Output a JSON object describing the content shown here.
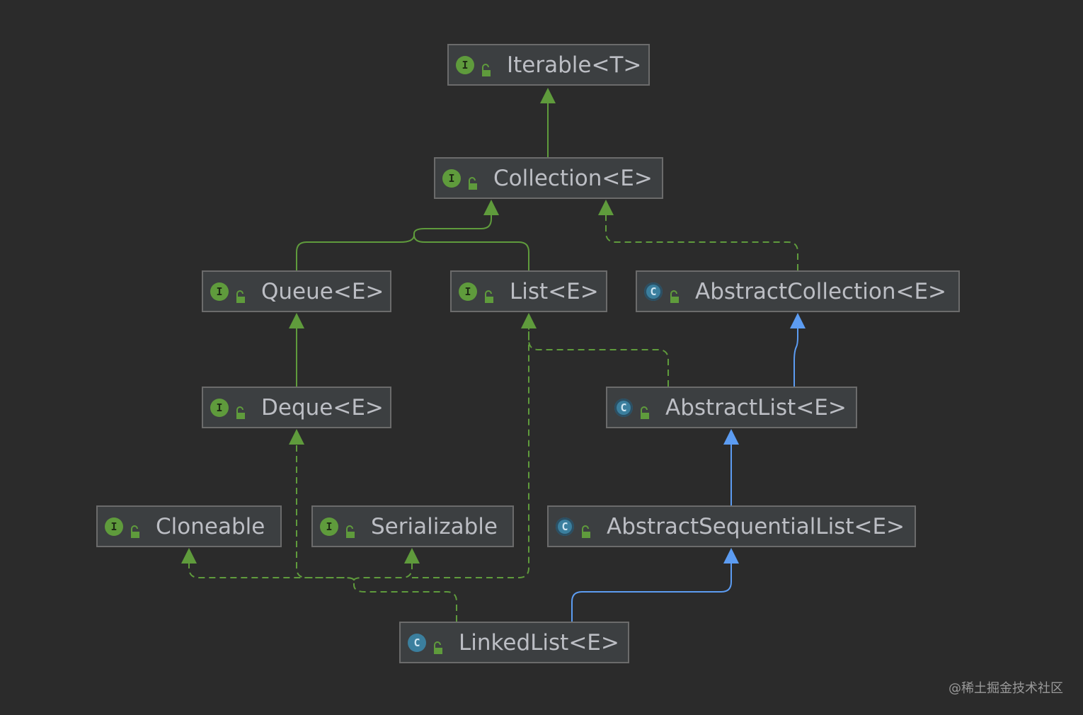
{
  "diagram": {
    "nodes": [
      {
        "id": "iterable",
        "label": "Iterable<T>",
        "kind": "interface",
        "badge": "I"
      },
      {
        "id": "collection",
        "label": "Collection<E>",
        "kind": "interface",
        "badge": "I"
      },
      {
        "id": "queue",
        "label": "Queue<E>",
        "kind": "interface",
        "badge": "I"
      },
      {
        "id": "list",
        "label": "List<E>",
        "kind": "interface",
        "badge": "I"
      },
      {
        "id": "abstractcollection",
        "label": "AbstractCollection<E>",
        "kind": "abstract-class",
        "badge": "C"
      },
      {
        "id": "deque",
        "label": "Deque<E>",
        "kind": "interface",
        "badge": "I"
      },
      {
        "id": "abstractlist",
        "label": "AbstractList<E>",
        "kind": "abstract-class",
        "badge": "C"
      },
      {
        "id": "cloneable",
        "label": "Cloneable",
        "kind": "interface",
        "badge": "I"
      },
      {
        "id": "serializable",
        "label": "Serializable",
        "kind": "interface",
        "badge": "I"
      },
      {
        "id": "abstractsequentiallist",
        "label": "AbstractSequentialList<E>",
        "kind": "abstract-class",
        "badge": "C"
      },
      {
        "id": "linkedlist",
        "label": "LinkedList<E>",
        "kind": "class",
        "badge": "C"
      }
    ],
    "edges": [
      {
        "from": "collection",
        "to": "iterable",
        "type": "extends-interface"
      },
      {
        "from": "queue",
        "to": "collection",
        "type": "extends-interface"
      },
      {
        "from": "list",
        "to": "collection",
        "type": "extends-interface"
      },
      {
        "from": "abstractcollection",
        "to": "collection",
        "type": "implements"
      },
      {
        "from": "deque",
        "to": "queue",
        "type": "extends-interface"
      },
      {
        "from": "abstractlist",
        "to": "list",
        "type": "implements"
      },
      {
        "from": "abstractlist",
        "to": "abstractcollection",
        "type": "extends-class"
      },
      {
        "from": "abstractsequentiallist",
        "to": "abstractlist",
        "type": "extends-class"
      },
      {
        "from": "linkedlist",
        "to": "abstractsequentiallist",
        "type": "extends-class"
      },
      {
        "from": "linkedlist",
        "to": "cloneable",
        "type": "implements"
      },
      {
        "from": "linkedlist",
        "to": "serializable",
        "type": "implements"
      },
      {
        "from": "linkedlist",
        "to": "deque",
        "type": "implements"
      },
      {
        "from": "linkedlist",
        "to": "list",
        "type": "implements"
      }
    ],
    "colors": {
      "interface_edge": "#5f9b3c",
      "class_edge": "#5c9cf2",
      "background": "#2b2b2b",
      "node_fill": "#3c3f41",
      "node_border": "#6b6b6b",
      "text": "#bcbec4"
    }
  },
  "watermark": "@稀土掘金技术社区"
}
